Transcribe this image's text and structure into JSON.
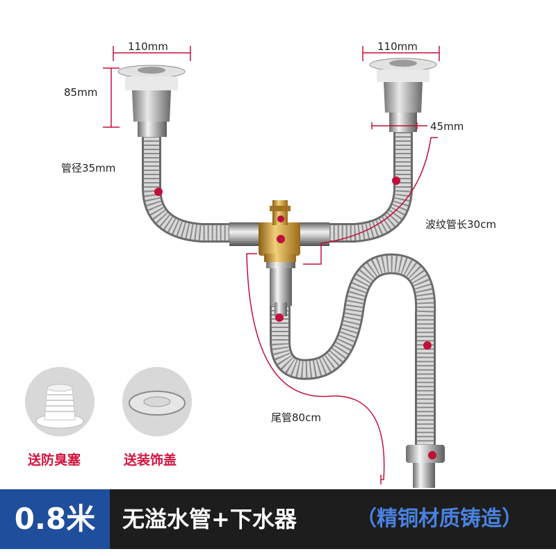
{
  "dimensions": {
    "left_strainer_width": "110mm",
    "right_strainer_width": "110mm",
    "strainer_height": "85mm",
    "pipe_diameter": "管径35mm",
    "outlet_diameter": "45mm",
    "corrugated_length": "波纹管长30cm",
    "tail_length": "尾管80cm"
  },
  "accessories": [
    {
      "label": "送防臭塞",
      "icon": "odor-seal-icon"
    },
    {
      "label": "送装饰盖",
      "icon": "decorative-cover-icon"
    }
  ],
  "banner": {
    "size": "0.8米",
    "title": "无溢水管+下水器",
    "subtitle": "（精铜材质铸造）"
  },
  "colors": {
    "accent_red": "#c0103a",
    "banner_blue": "#1f4e9c",
    "banner_dark": "#1d1d1d",
    "subtitle_blue": "#4a82e2",
    "brass": "#c99a2e"
  }
}
